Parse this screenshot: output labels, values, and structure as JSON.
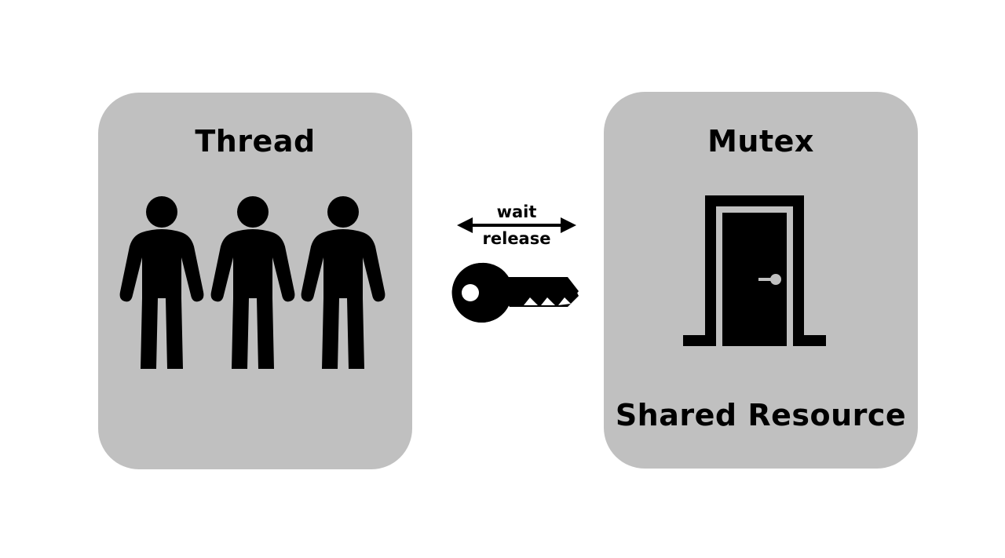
{
  "thread_panel": {
    "title": "Thread",
    "icons": [
      "person-icon",
      "person-icon",
      "person-icon"
    ]
  },
  "exchange": {
    "wait_label": "wait",
    "release_label": "release",
    "arrow_icon": "double-arrow-icon",
    "key_icon": "key-icon"
  },
  "mutex_panel": {
    "title": "Mutex",
    "resource_label": "Shared Resource",
    "icon": "door-icon"
  },
  "colors": {
    "panel_fill": "#c0c0c0",
    "icon_fill": "#000000",
    "background": "#ffffff"
  }
}
